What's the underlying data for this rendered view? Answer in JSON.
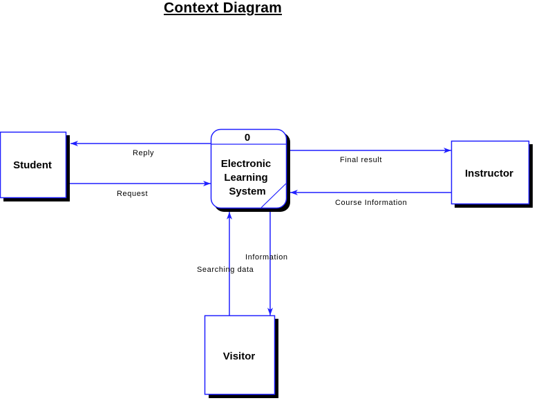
{
  "title": "Context Diagram",
  "colors": {
    "line": "#1f1fff",
    "shadow": "#000000",
    "text": "#000000",
    "background": "#ffffff"
  },
  "process": {
    "number": "0",
    "lines": [
      "Electronic",
      "Learning",
      "System"
    ]
  },
  "entities": {
    "student": "Student",
    "instructor": "Instructor",
    "visitor": "Visitor"
  },
  "flows": {
    "reply": "Reply",
    "request": "Request",
    "final_result": "Final result",
    "course_information": "Course Information",
    "information": "Information",
    "searching_data": "Searching data"
  }
}
